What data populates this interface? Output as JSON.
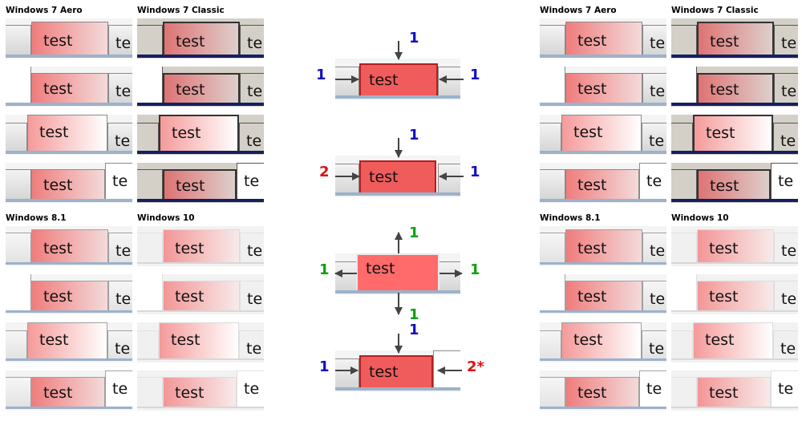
{
  "tab_label": "test",
  "tab_peek": "te",
  "panels": {
    "left": [
      {
        "key": "aero",
        "header": "Windows 7 Aero",
        "theme": "aero"
      },
      {
        "key": "classic",
        "header": "Windows 7 Classic",
        "theme": "classic"
      },
      {
        "key": "win81",
        "header": "Windows 8.1",
        "theme": "win81"
      },
      {
        "key": "win10",
        "header": "Windows 10",
        "theme": "win10"
      }
    ],
    "right": [
      {
        "key": "aero",
        "header": "Windows 7 Aero",
        "theme": "aero"
      },
      {
        "key": "classic",
        "header": "Windows 7 Classic",
        "theme": "classic"
      },
      {
        "key": "win81",
        "header": "Windows 8.1",
        "theme": "win81"
      },
      {
        "key": "win10",
        "header": "Windows 10",
        "theme": "win10"
      }
    ]
  },
  "rows": [
    "middle",
    "first",
    "selected",
    "before-selected"
  ],
  "diagrams": [
    {
      "labels": {
        "top": "1",
        "left": "1",
        "right": "1"
      },
      "colors": {
        "top": "#1010c0",
        "left": "#1010c0",
        "right": "#1010c0"
      }
    },
    {
      "labels": {
        "top": "1",
        "left": "2",
        "right": "1"
      },
      "colors": {
        "top": "#1010c0",
        "left": "#e01010",
        "right": "#1010c0"
      }
    },
    {
      "labels": {
        "top": "1",
        "left": "1",
        "right": "1",
        "bottom": "1"
      },
      "colors": {
        "top": "#10a010",
        "left": "#10a010",
        "right": "#10a010",
        "bottom": "#10a010"
      }
    },
    {
      "labels": {
        "top": "1",
        "left": "1",
        "right": "2*"
      },
      "colors": {
        "top": "#1010c0",
        "left": "#1010c0",
        "right": "#e01010"
      }
    }
  ]
}
